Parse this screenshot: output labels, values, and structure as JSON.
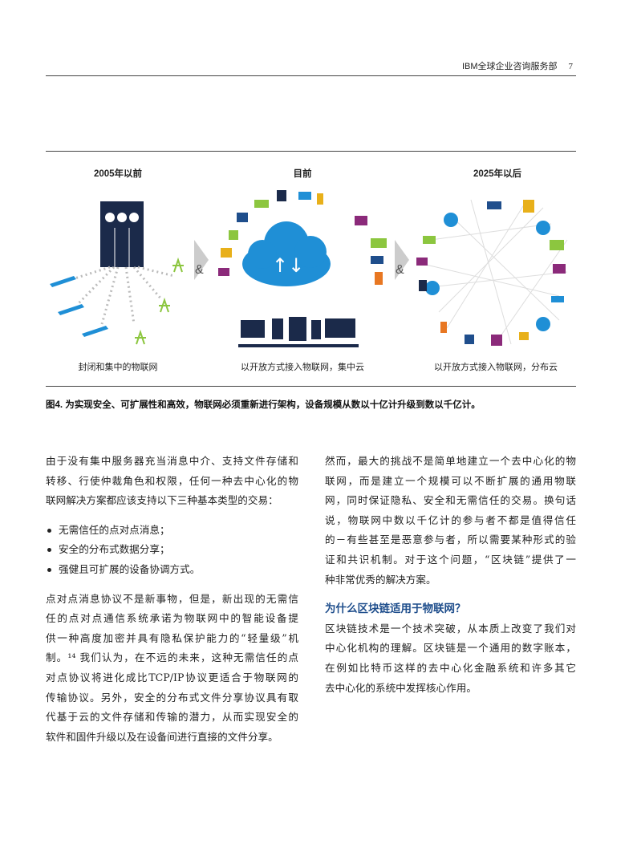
{
  "header": {
    "title": "IBM全球企业咨询服务部",
    "page": "7"
  },
  "figure": {
    "columns": [
      "2005年以前",
      "目前",
      "2025年以后"
    ],
    "captions": [
      "封闭和集中的物联网",
      "以开放方式接入物联网，集中云",
      "以开放方式接入物联网，分布云"
    ],
    "connector": "&",
    "caption": "图4. 为实现安全、可扩展性和高效，物联网必须重新进行架构，设备规模从数以十亿计升级到数以千亿计。",
    "colors": {
      "cloud": "#1f8fd6",
      "server": "#1b2a4a",
      "green": "#8cc63f",
      "purple": "#8b2a7a",
      "navy": "#1f4e8c"
    }
  },
  "left": {
    "p1": [
      "由于没有集中服务器充当消息中介、支持文件存储和",
      "转移、行使仲裁角色和权限，任何一种去中心化的物",
      "联网解决方案都应该支持以下三种基本类型的交易："
    ],
    "bullets": [
      "无需信任的点对点消息；",
      "安全的分布式数据分享；",
      "强健且可扩展的设备协调方式。"
    ],
    "p2": [
      "点对点消息协议不是新事物，但是，新出现的无需信",
      "任的点对点通信系统承诺为物联网中的智能设备提",
      "供一种高度加密并具有隐私保护能力的“轻量级”机",
      "制。¹⁴ 我们认为，在不远的未来，这种无需信任的点",
      "对点协议将进化成比TCP/IP协议更适合于物联网的",
      "传输协议。另外，安全的分布式文件分享协议具有取",
      "代基于云的文件存储和传输的潜力，从而实现安全的",
      "软件和固件升级以及在设备间进行直接的文件分享。"
    ]
  },
  "right": {
    "p1": [
      "然而，最大的挑战不是简单地建立一个去中心化的物",
      "联网，而是建立一个规模可以不断扩展的通用物联",
      "网，同时保证隐私、安全和无需信任的交易。换句话",
      "说，物联网中数以千亿计的参与者不都是值得信任",
      "的－有些甚至是恶意参与者，所以需要某种形式的验",
      "证和共识机制。对于这个问题，“区块链”提供了一",
      "种非常优秀的解决方案。"
    ],
    "heading": "为什么区块链适用于物联网？",
    "p2": [
      "区块链技术是一个技术突破，从本质上改变了我们对",
      "中心化机构的理解。区块链是一个通用的数字账本，",
      "在例如比特币这样的去中心化金融系统和许多其它",
      "去中心化的系统中发挥核心作用。"
    ]
  }
}
